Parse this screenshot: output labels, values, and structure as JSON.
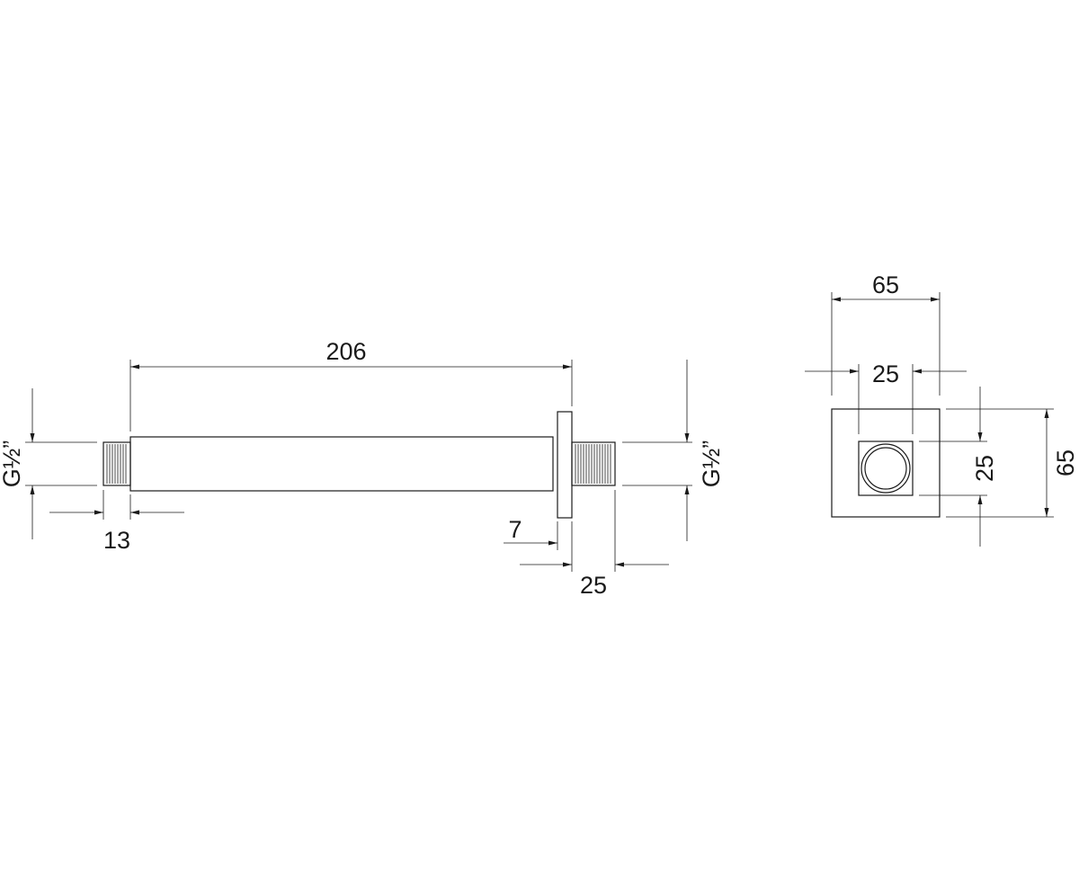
{
  "side_view": {
    "overall_length": "206",
    "thread_left": "G½”",
    "thread_right": "G½”",
    "thread_length_left": "13",
    "flange_thickness": "7",
    "thread_length_right": "25"
  },
  "end_view": {
    "outer_width": "65",
    "inner_width": "25",
    "inner_height": "25",
    "outer_height": "65"
  }
}
